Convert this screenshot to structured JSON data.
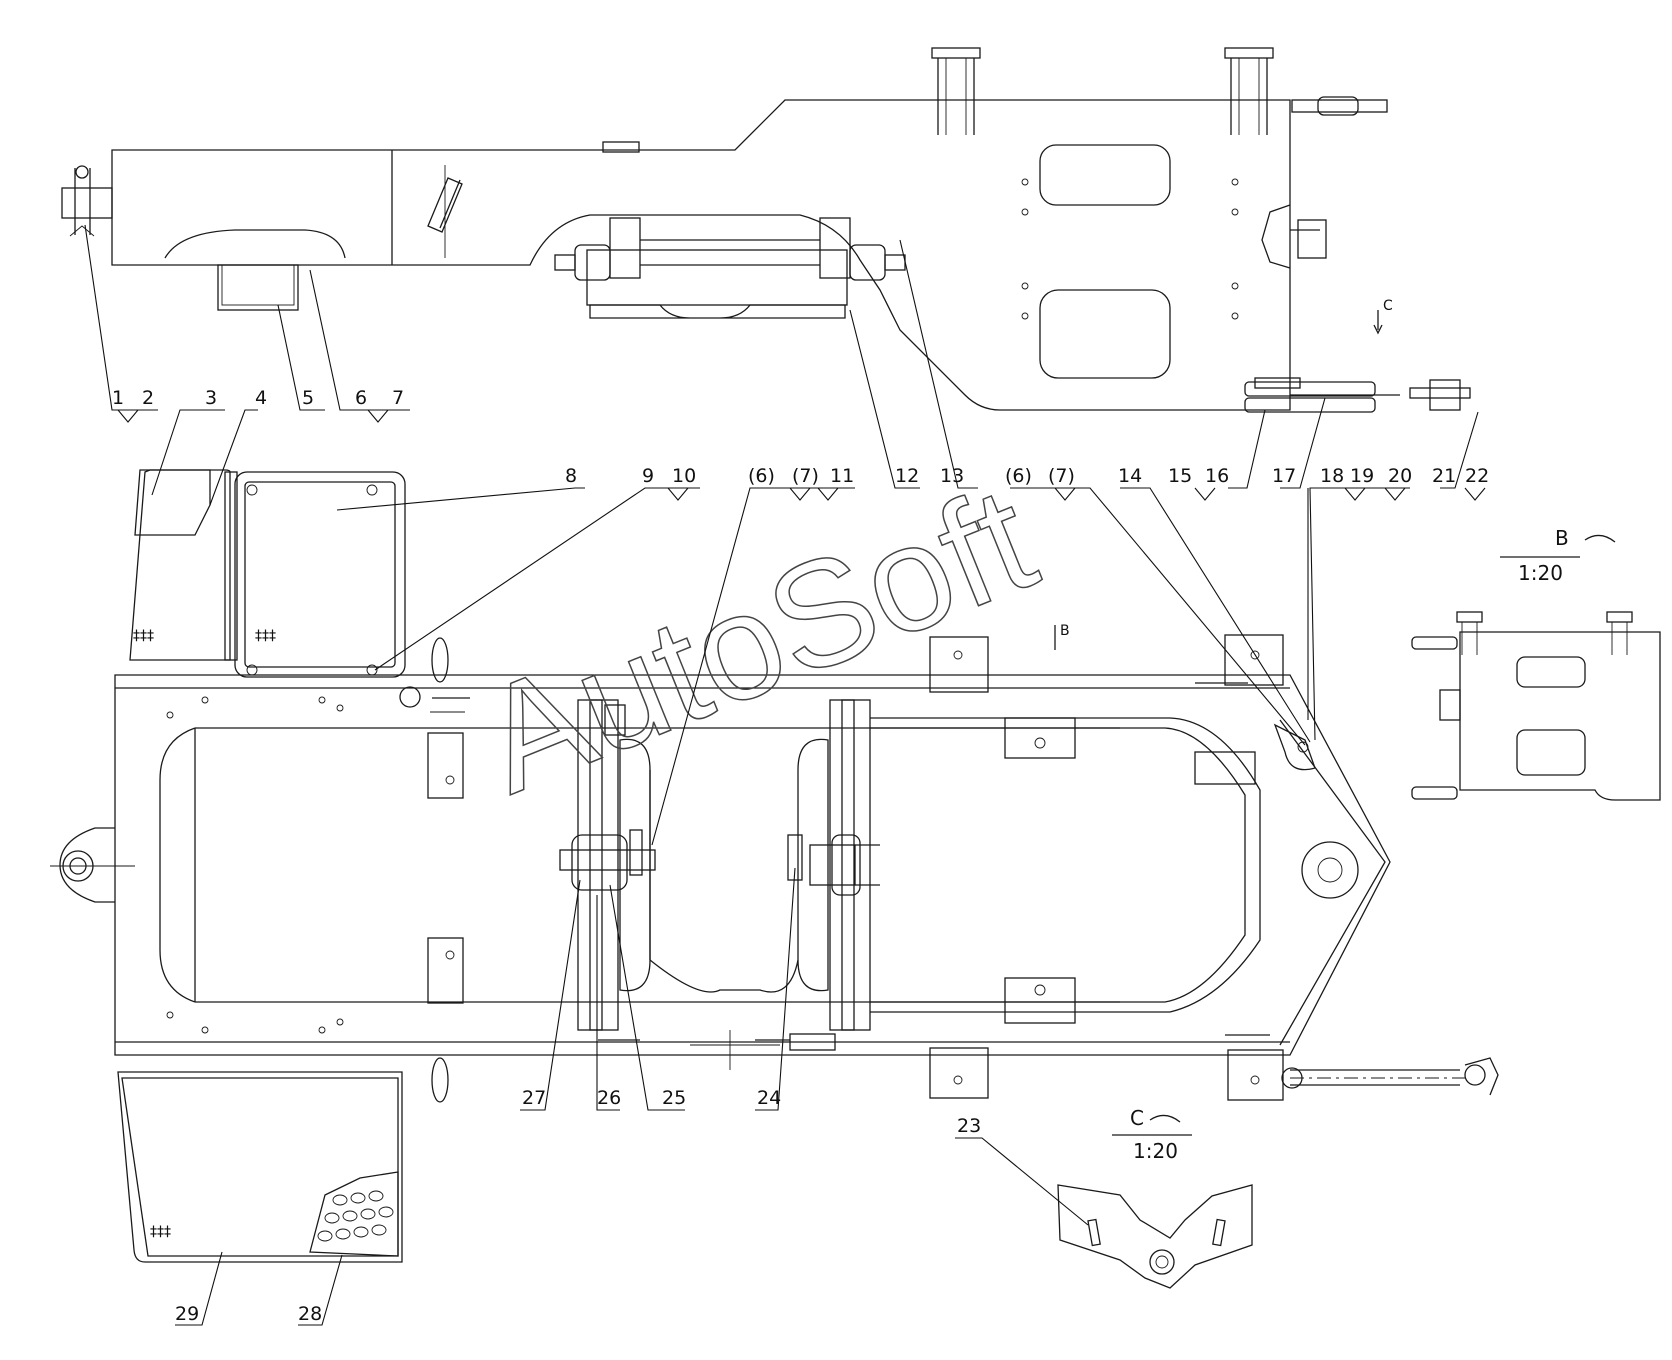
{
  "watermark": "AutoSoft",
  "callouts": [
    {
      "id": "1",
      "text": "1"
    },
    {
      "id": "2",
      "text": "2"
    },
    {
      "id": "3",
      "text": "3"
    },
    {
      "id": "4",
      "text": "4"
    },
    {
      "id": "5",
      "text": "5"
    },
    {
      "id": "6",
      "text": "6"
    },
    {
      "id": "7",
      "text": "7"
    },
    {
      "id": "8",
      "text": "8"
    },
    {
      "id": "9",
      "text": "9"
    },
    {
      "id": "10",
      "text": "10"
    },
    {
      "id": "6a",
      "text": "(6)"
    },
    {
      "id": "7a",
      "text": "(7)"
    },
    {
      "id": "11",
      "text": "11"
    },
    {
      "id": "12",
      "text": "12"
    },
    {
      "id": "13",
      "text": "13"
    },
    {
      "id": "6b",
      "text": "(6)"
    },
    {
      "id": "7b",
      "text": "(7)"
    },
    {
      "id": "14",
      "text": "14"
    },
    {
      "id": "15",
      "text": "15"
    },
    {
      "id": "16",
      "text": "16"
    },
    {
      "id": "17",
      "text": "17"
    },
    {
      "id": "18",
      "text": "18"
    },
    {
      "id": "19",
      "text": "19"
    },
    {
      "id": "20",
      "text": "20"
    },
    {
      "id": "21",
      "text": "21"
    },
    {
      "id": "22",
      "text": "22"
    },
    {
      "id": "23",
      "text": "23"
    },
    {
      "id": "24",
      "text": "24"
    },
    {
      "id": "25",
      "text": "25"
    },
    {
      "id": "26",
      "text": "26"
    },
    {
      "id": "27",
      "text": "27"
    },
    {
      "id": "28",
      "text": "28"
    },
    {
      "id": "29",
      "text": "29"
    }
  ],
  "views": {
    "b": {
      "name": "B",
      "scale": "1:20",
      "marker": "B"
    },
    "c": {
      "name": "C",
      "scale": "1:20",
      "marker": "C"
    }
  }
}
